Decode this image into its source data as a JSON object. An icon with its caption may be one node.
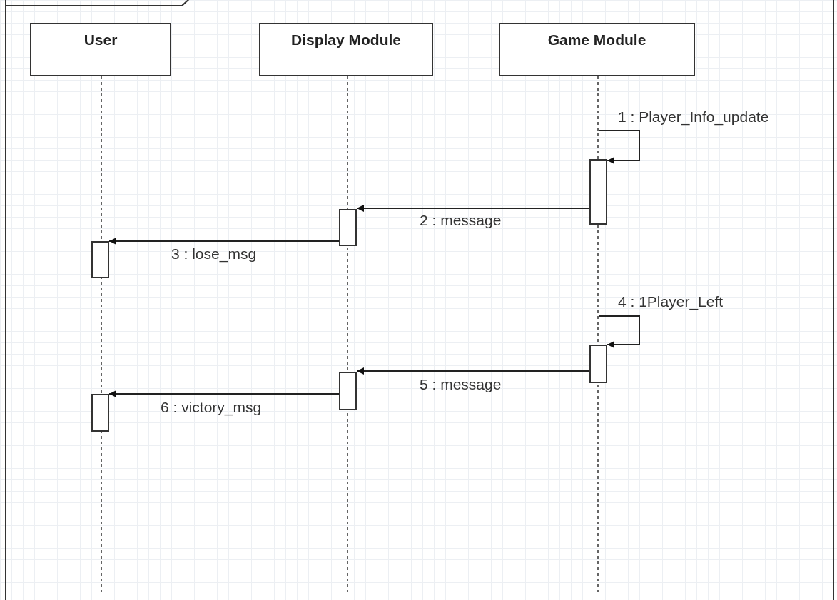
{
  "diagram": {
    "nodes": [
      {
        "text": [
          "User"
        ]
      },
      {
        "text": [
          "Display Module"
        ]
      },
      {
        "text": [
          "Game Module"
        ]
      },
      {
        "text": [],
        "shape": "box"
      },
      {
        "text": [],
        "shape": "box"
      },
      {
        "text": [],
        "shape": "box"
      },
      {
        "text": [],
        "shape": "box"
      },
      {
        "text": [],
        "shape": "box"
      },
      {
        "text": [],
        "shape": "box"
      }
    ],
    "edges": [
      {
        "from": null,
        "to": 3,
        "arrow": "to",
        "label": "1 : Player_Info_update"
      },
      {
        "from": 3,
        "to": 4,
        "arrow": "to",
        "label": "2 : message"
      },
      {
        "from": 4,
        "to": 5,
        "arrow": "to",
        "label": "3 : lose_msg"
      },
      {
        "from": null,
        "to": 6,
        "arrow": "to",
        "label": "4 : 1Player_Left"
      },
      {
        "from": 6,
        "to": 7,
        "arrow": "to",
        "label": "5 : message"
      },
      {
        "from": 7,
        "to": 8,
        "arrow": "to",
        "label": "6 : victory_msg"
      }
    ]
  }
}
